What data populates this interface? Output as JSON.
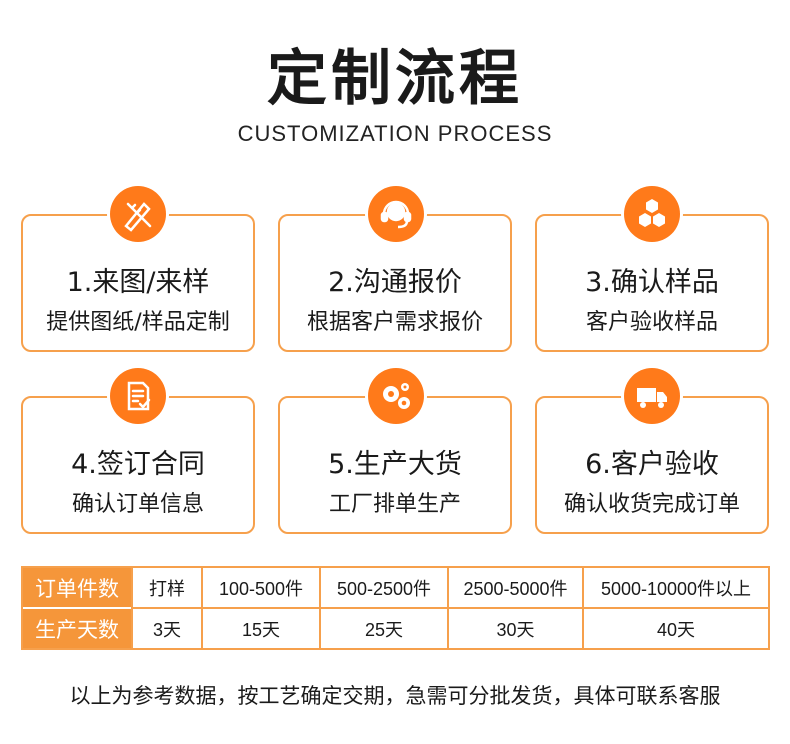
{
  "header": {
    "title": "定制流程",
    "subtitle": "CUSTOMIZATION PROCESS"
  },
  "colors": {
    "accent": "#ff7a1a",
    "border": "#f6a04c",
    "table_header": "#f5963a"
  },
  "steps": [
    {
      "icon": "pen-ruler-icon",
      "heading": "1.来图/来样",
      "desc": "提供图纸/样品定制"
    },
    {
      "icon": "headset-icon",
      "heading": "2.沟通报价",
      "desc": "根据客户需求报价"
    },
    {
      "icon": "hexagons-icon",
      "heading": "3.确认样品",
      "desc": "客户验收样品"
    },
    {
      "icon": "document-icon",
      "heading": "4.签订合同",
      "desc": "确认订单信息"
    },
    {
      "icon": "gears-icon",
      "heading": "5.生产大货",
      "desc": "工厂排单生产"
    },
    {
      "icon": "truck-icon",
      "heading": "6.客户验收",
      "desc": "确认收货完成订单"
    }
  ],
  "table": {
    "row_labels": [
      "订单件数",
      "生产天数"
    ],
    "quantities": [
      "打样",
      "100-500件",
      "500-2500件",
      "2500-5000件",
      "5000-10000件以上"
    ],
    "days": [
      "3天",
      "15天",
      "25天",
      "30天",
      "40天"
    ]
  },
  "footer": "以上为参考数据，按工艺确定交期，急需可分批发货，具体可联系客服"
}
